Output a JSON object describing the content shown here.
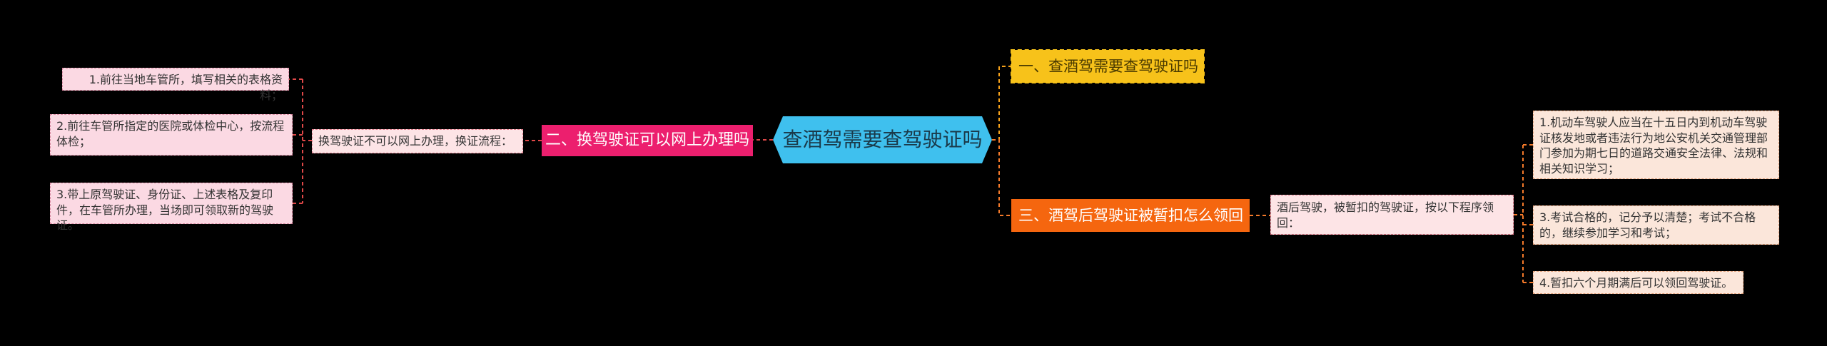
{
  "root": {
    "label": "查酒驾需要查驾驶证吗"
  },
  "branches": [
    {
      "label": "一、查酒驾需要查驾驶证吗",
      "color": "#f7c21a"
    },
    {
      "label": "二、换驾驶证可以网上办理吗",
      "color": "#ec1f6e"
    },
    {
      "label": "三、酒驾后驾驶证被暂扣怎么领回",
      "color": "#f5660f"
    }
  ],
  "left_detail": {
    "label": "换驾驶证不可以网上办理，换证流程：",
    "steps": [
      "1.前往当地车管所，填写相关的表格资料；",
      "2.前往车管所指定的医院或体检中心，按流程体检；",
      "3.带上原驾驶证、身份证、上述表格及复印件，在车管所办理，当场即可领取新的驾驶证。"
    ]
  },
  "right_detail": {
    "label": "酒后驾驶，被暂扣的驾驶证，按以下程序领回：",
    "steps": [
      "1.机动车驾驶人应当在十五日内到机动车驾驶证核发地或者违法行为地公安机关交通管理部门参加为期七日的道路交通安全法律、法规和相关知识学习；",
      "3.考试合格的，记分予以清楚；考试不合格的，继续参加学习和考试；",
      "4.暂扣六个月期满后可以领回驾驶证。"
    ]
  },
  "colors": {
    "background": "#000000",
    "root": "#3fc0ee",
    "connector_left": "#e04848",
    "connector_right_top": "#f7a21a",
    "connector_right_bottom": "#f57a2a"
  }
}
